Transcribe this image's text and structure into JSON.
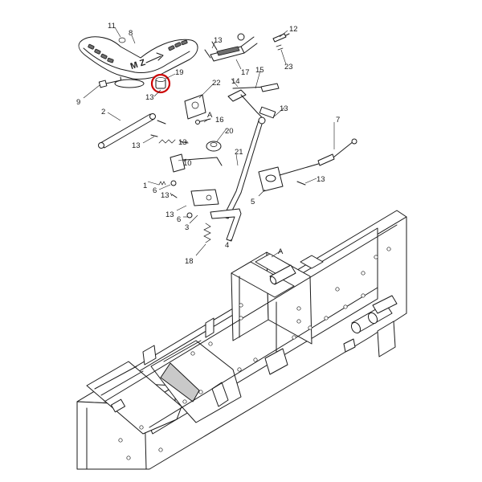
{
  "labels": {
    "l11": "11",
    "l8": "8",
    "l9": "9",
    "l19": "19",
    "l13a": "13",
    "l13b": "13",
    "l12": "12",
    "l17": "17",
    "l23": "23",
    "l14": "14",
    "l15": "15",
    "l22": "22",
    "l2": "2",
    "l16": "16",
    "lA1": "A",
    "l20": "20",
    "l13c": "13",
    "l13d": "13",
    "l13e": "13",
    "l7": "7",
    "l10": "10",
    "l21": "21",
    "l1": "1",
    "l6a": "6",
    "l13f": "13",
    "l13g": "13",
    "l5": "5",
    "l13h": "13",
    "l6b": "6",
    "l3": "3",
    "l4": "4",
    "l18": "18",
    "lA2": "A"
  },
  "pedal_marking": "M Z",
  "highlight_color": "#cc0000"
}
